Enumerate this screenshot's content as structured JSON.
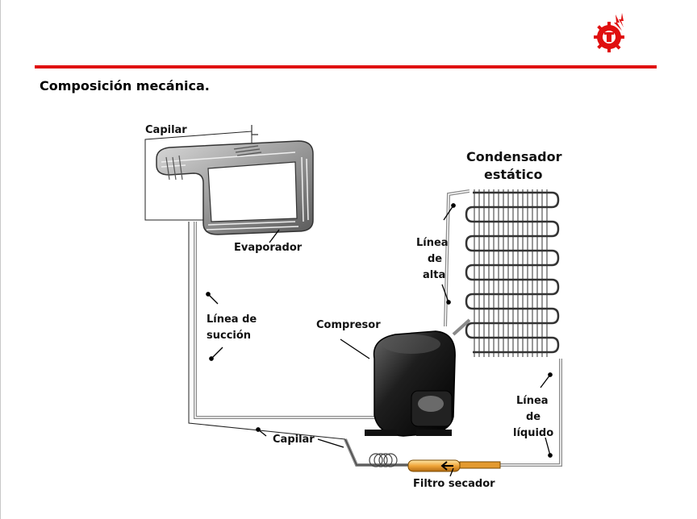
{
  "slide": {
    "title": "Composición mecánica."
  },
  "diagram": {
    "labels": {
      "capilar_top": "Capilar",
      "evaporador": "Evaporador",
      "condensador_line1": "Condensador",
      "condensador_line2": "estático",
      "linea_alta_1": "Línea",
      "linea_alta_2": "de",
      "linea_alta_3": "alta",
      "linea_succion_1": "Línea de",
      "linea_succion_2": "succión",
      "compresor": "Compresor",
      "linea_liquido_1": "Línea",
      "linea_liquido_2": "de",
      "linea_liquido_3": "líquido",
      "capilar_bottom": "Capilar",
      "filtro": "Filtro secador"
    }
  },
  "colors": {
    "accent_rule": "#e01010",
    "logo": "#e01010"
  }
}
